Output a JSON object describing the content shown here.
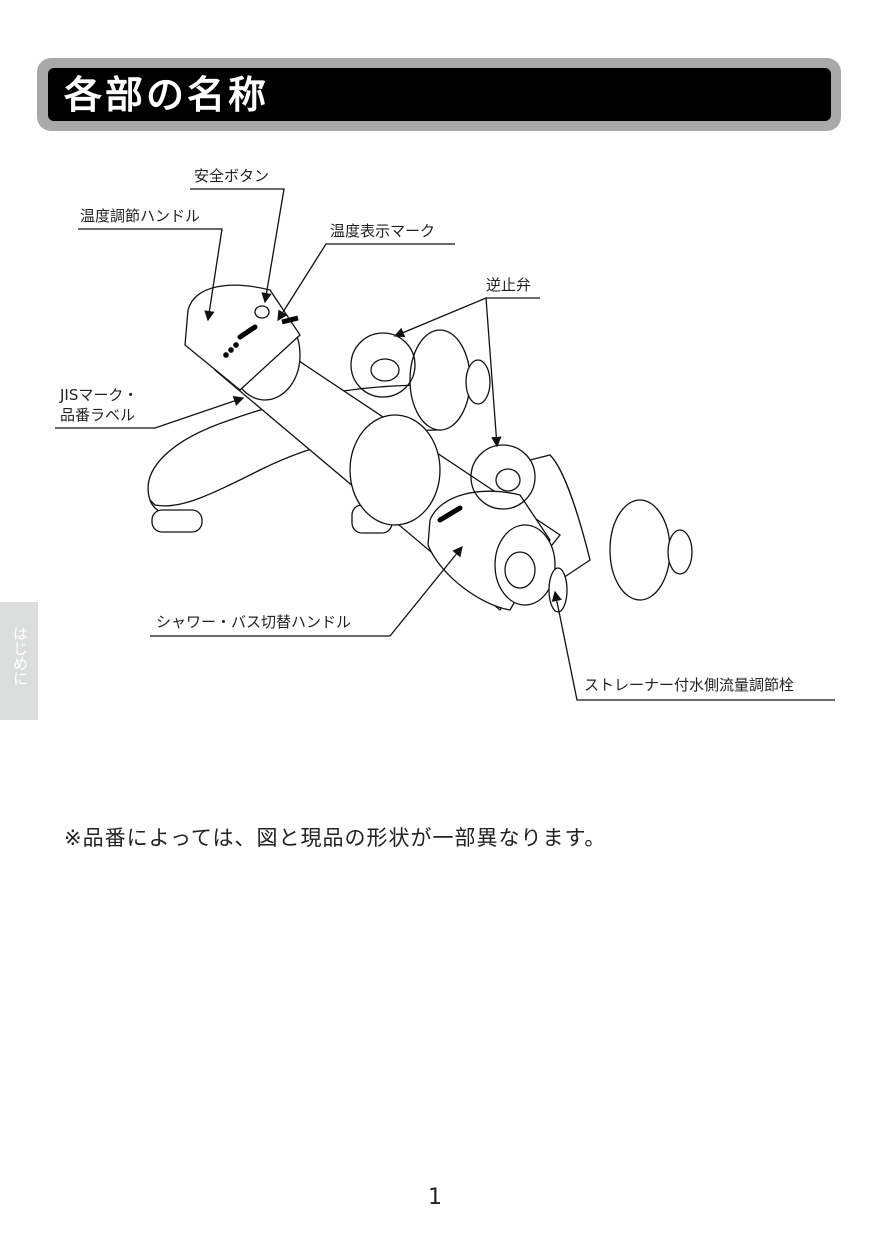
{
  "header": {
    "title": "各部の名称"
  },
  "labels": {
    "safety_button": "安全ボタン",
    "temp_handle": "温度調節ハンドル",
    "temp_mark": "温度表示マーク",
    "check_valve": "逆止弁",
    "jis_mark_line1": "JISマーク・",
    "jis_mark_line2": "品番ラベル",
    "switch_handle": "シャワー・バス切替ハンドル",
    "strainer": "ストレーナー付水側流量調節栓"
  },
  "side_tab": {
    "label": "はじめに"
  },
  "note": "※品番によっては、図と現品の形状が一部異なります。",
  "page_number": "1",
  "colors": {
    "title_bg": "#000000",
    "title_border": "#a9a9a9",
    "side_tab": "#dcdddd"
  }
}
